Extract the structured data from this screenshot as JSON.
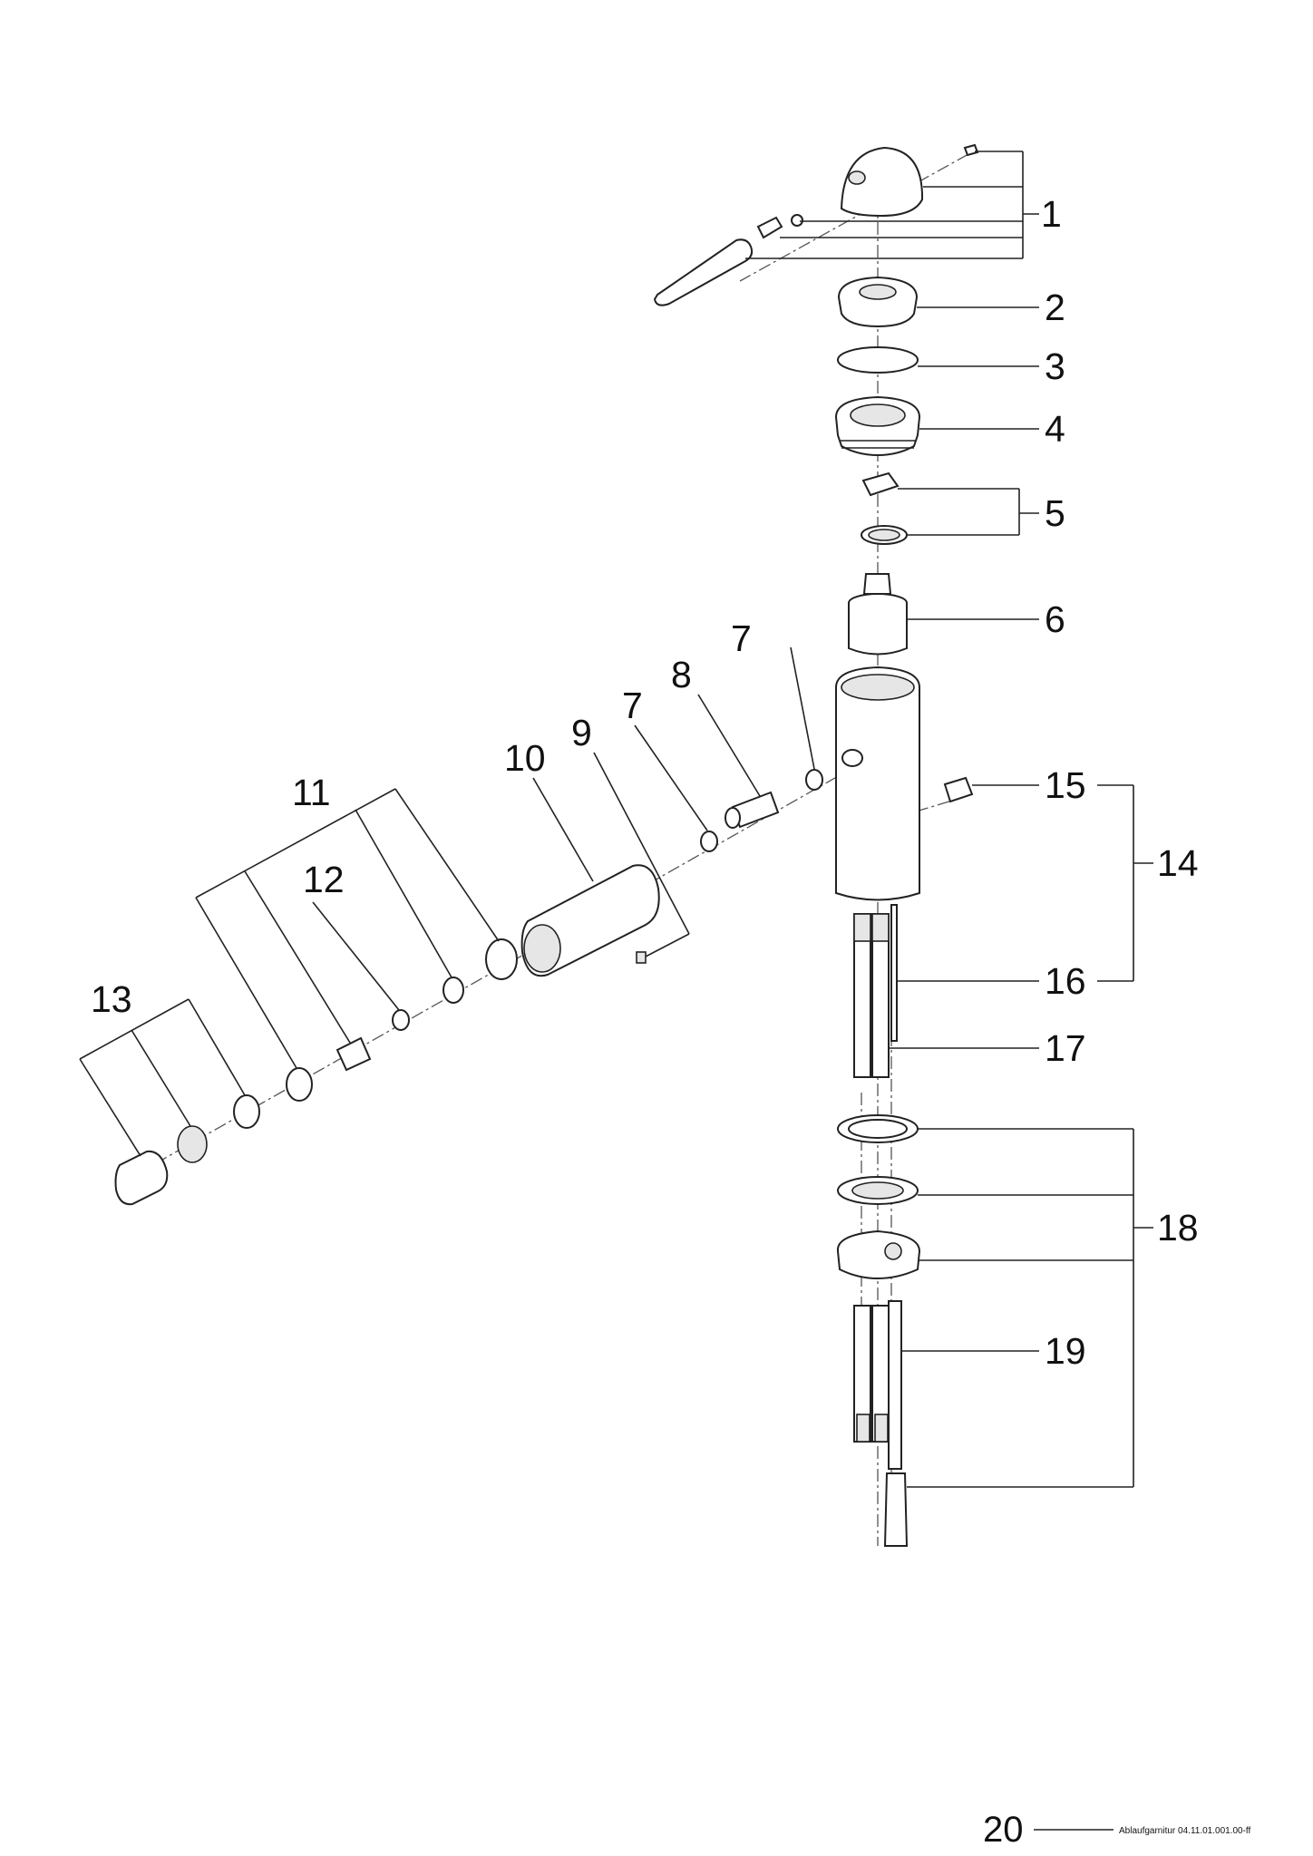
{
  "callouts": {
    "c1": "1",
    "c2": "2",
    "c3": "3",
    "c4": "4",
    "c5": "5",
    "c6": "6",
    "c7a": "7",
    "c7b": "7",
    "c8": "8",
    "c9": "9",
    "c10": "10",
    "c11": "11",
    "c12": "12",
    "c13": "13",
    "c14": "14",
    "c15": "15",
    "c16": "16",
    "c17": "17",
    "c18": "18",
    "c19": "19"
  },
  "footer": {
    "page_number": "20",
    "reference": "Ablaufgarnitur 04.11.01.001.00-ff"
  }
}
